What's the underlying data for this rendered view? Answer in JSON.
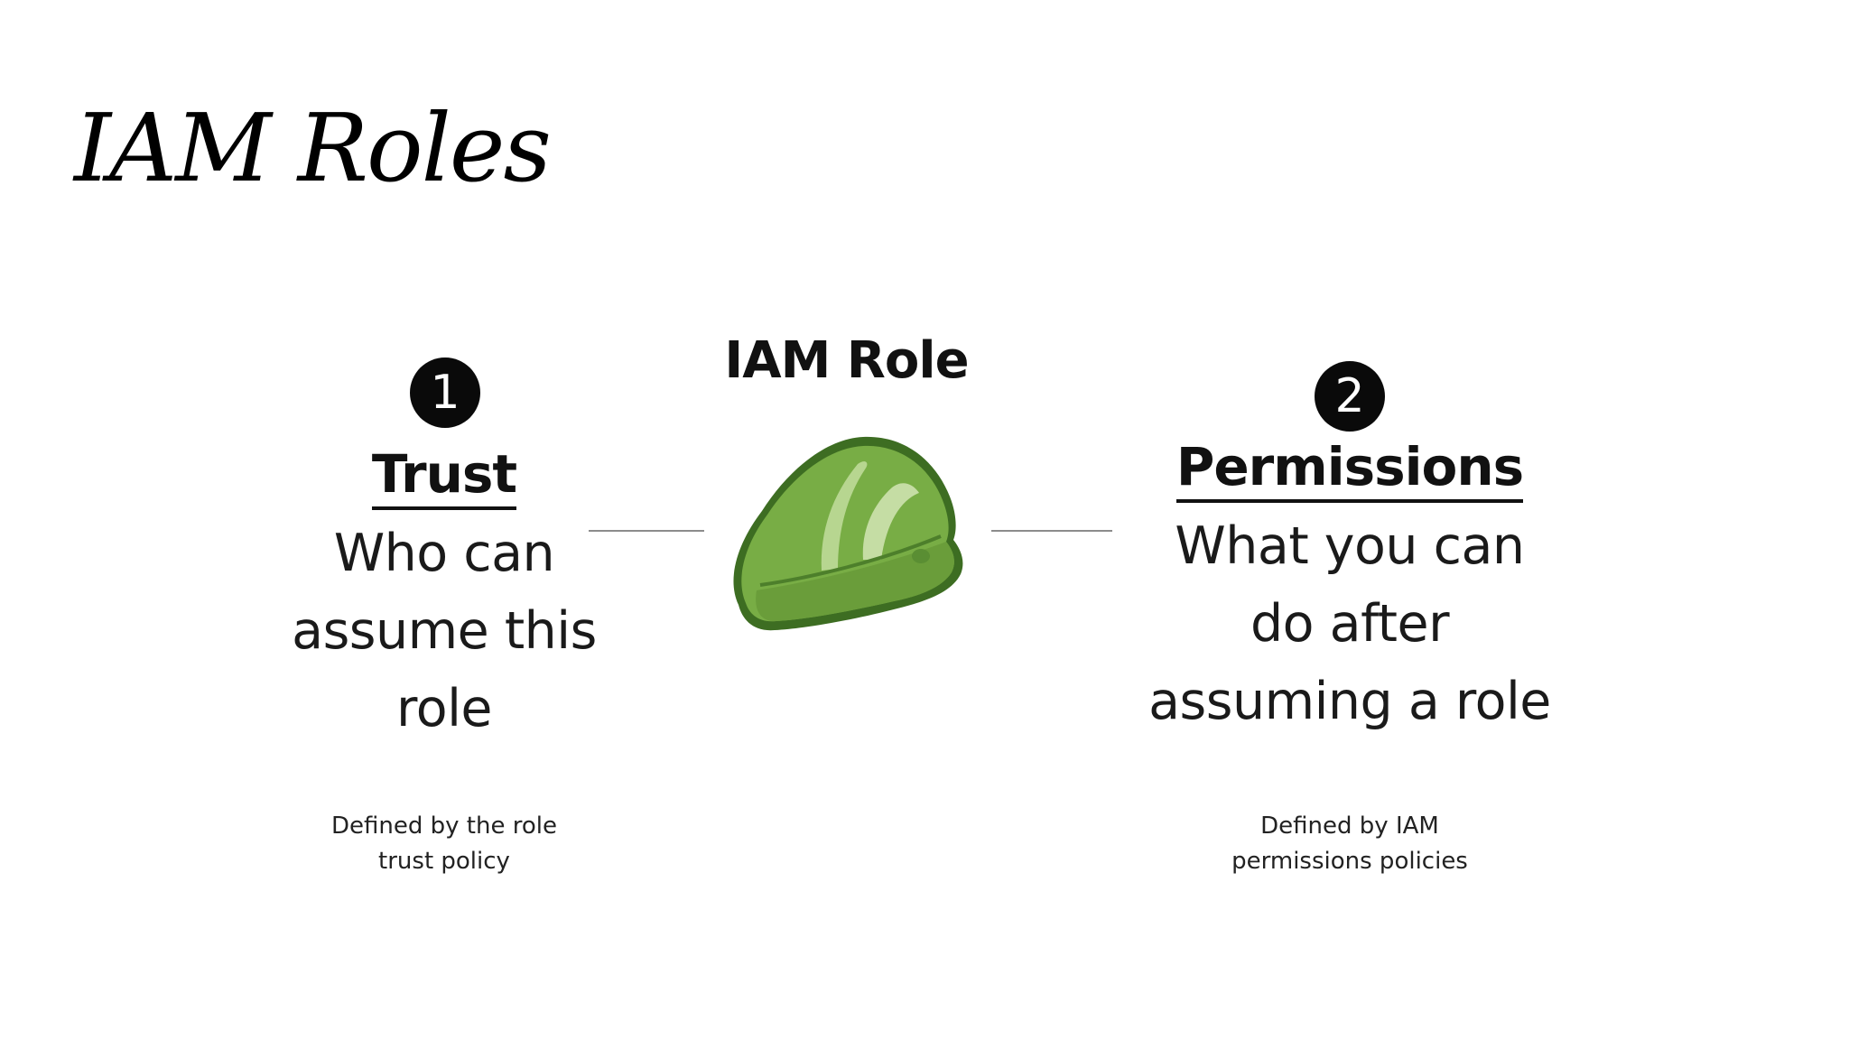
{
  "title": "IAM Roles",
  "role_heading": "IAM Role",
  "left": {
    "number": "1",
    "heading": "Trust",
    "body_lines": [
      "Who can",
      "assume this",
      "role"
    ],
    "note_lines": [
      "Defined by the role",
      "trust policy"
    ]
  },
  "right": {
    "number": "2",
    "heading": "Permissions",
    "body_lines": [
      "What you can",
      "do after",
      "assuming a role"
    ],
    "note_lines": [
      "Defined by IAM",
      "permissions policies"
    ]
  },
  "icon": "hard-hat-icon",
  "colors": {
    "helmet_green": "#78ad45",
    "helmet_dark": "#3d6d22",
    "helmet_light": "#b7d690",
    "badge": "#0a0a0a"
  }
}
